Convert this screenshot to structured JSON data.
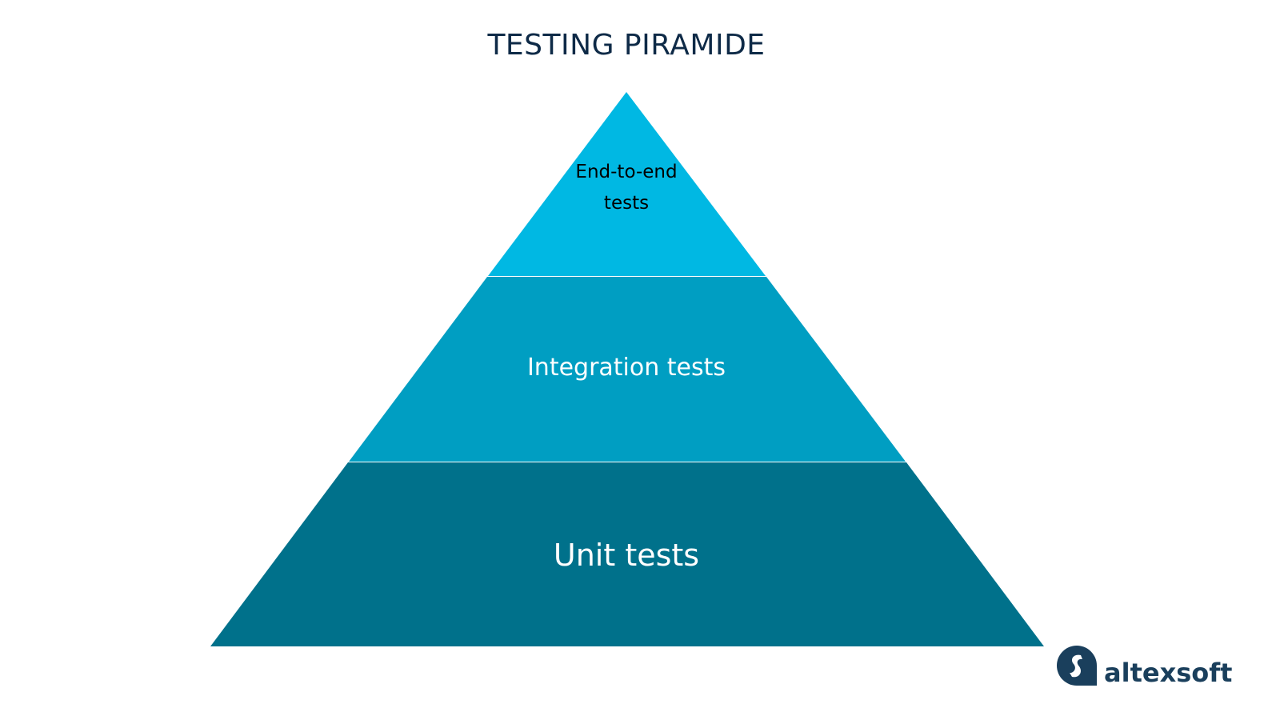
{
  "title": "TESTING PIRAMIDE",
  "tiers": [
    {
      "label": "End-to-end tests",
      "line1": "End-to-end",
      "line2": "tests",
      "color": "#00b8e3"
    },
    {
      "label": "Integration tests",
      "color": "#009ec2"
    },
    {
      "label": "Unit tests",
      "color": "#00718b"
    }
  ],
  "logo": {
    "text": "altexsoft",
    "color": "#1a3f5c"
  }
}
